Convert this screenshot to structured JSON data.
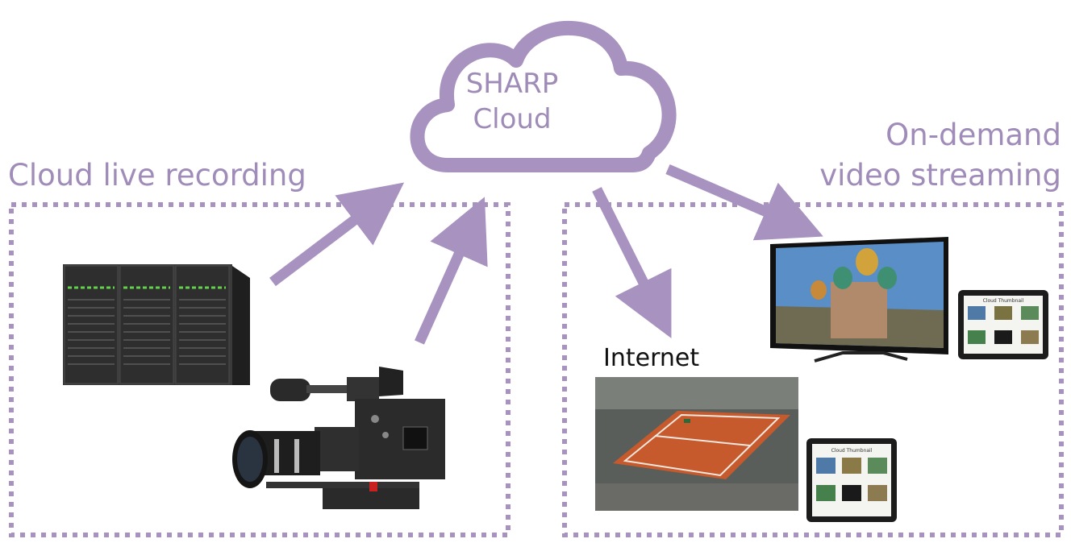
{
  "cloud": {
    "line1": "SHARP",
    "line2": "Cloud"
  },
  "left_panel": {
    "title": "Cloud live recording"
  },
  "right_panel": {
    "title_line1": "On-demand",
    "title_line2": "video streaming"
  },
  "internet_label": "Internet",
  "colors": {
    "accent": "#a792c0",
    "text": "#a08cb8"
  },
  "thumbnail_title": "Cloud Thumbnail"
}
